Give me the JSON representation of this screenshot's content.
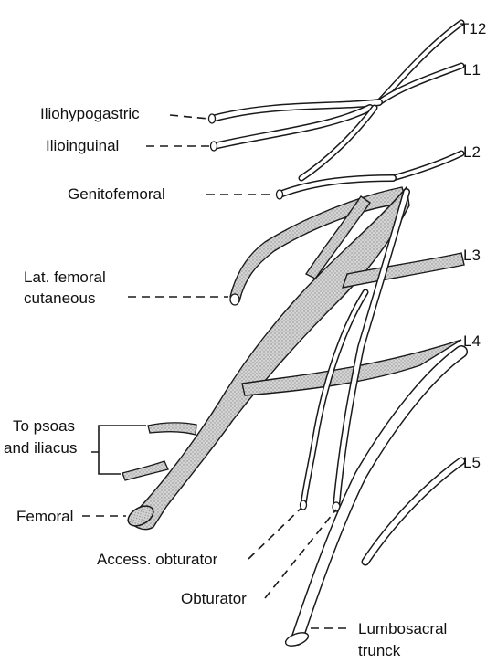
{
  "levels": {
    "t12": "T12",
    "l1": "L1",
    "l2": "L2",
    "l3": "L3",
    "l4": "L4",
    "l5": "L5"
  },
  "nerves": {
    "iliohypogastric": "Iliohypogastric",
    "ilioinguinal": "Ilioinguinal",
    "genitofemoral": "Genitofemoral",
    "lat_femoral_line1": "Lat. femoral",
    "lat_femoral_line2": "cutaneous",
    "psoas_line1": "To psoas",
    "psoas_line2": "and iliacus",
    "femoral": "Femoral",
    "access_obturator": "Access. obturator",
    "obturator": "Obturator",
    "lumbosacral_line1": "Lumbosacral",
    "lumbosacral_line2": "trunck"
  },
  "colors": {
    "outline": "#1a1a1a",
    "shaded_nerve": "#bdbdbd",
    "background": "#ffffff"
  }
}
